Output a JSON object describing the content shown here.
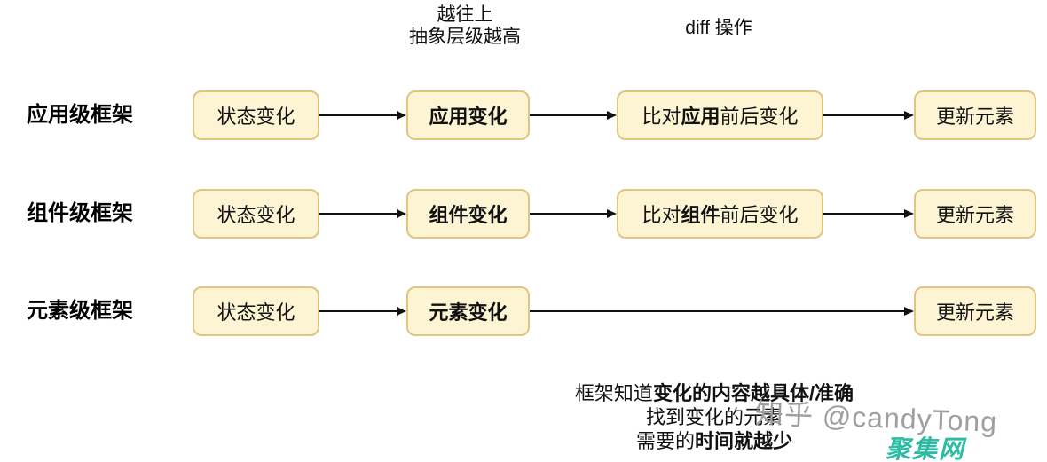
{
  "annotations": {
    "abstraction": {
      "line1": "越往上",
      "line2": "抽象层级越高"
    },
    "diff_label": "diff 操作",
    "bottom": {
      "line1_pre": "框架知道",
      "line1_bold": "变化的内容越具体/准确",
      "line2": "找到变化的元素",
      "line3_pre": "需要的",
      "line3_bold": "时间就越少"
    }
  },
  "rows": [
    {
      "label": "应用级框架",
      "state_box": "状态变化",
      "change_box": "应用变化",
      "diff_pre": "比对",
      "diff_bold": "应用",
      "diff_post": "前后变化",
      "update_box": "更新元素"
    },
    {
      "label": "组件级框架",
      "state_box": "状态变化",
      "change_box": "组件变化",
      "diff_pre": "比对",
      "diff_bold": "组件",
      "diff_post": "前后变化",
      "update_box": "更新元素"
    },
    {
      "label": "元素级框架",
      "state_box": "状态变化",
      "change_box": "元素变化",
      "update_box": "更新元素"
    }
  ],
  "watermarks": {
    "zhihu": "知乎 @candyTong",
    "site": "聚集网"
  },
  "colors": {
    "box_fill": "#FCF4D3",
    "box_border": "#E0C47F",
    "arrow_black": "#111111",
    "watermark_gray": "#9f9f9f",
    "site_teal": "#2CBBA3"
  }
}
